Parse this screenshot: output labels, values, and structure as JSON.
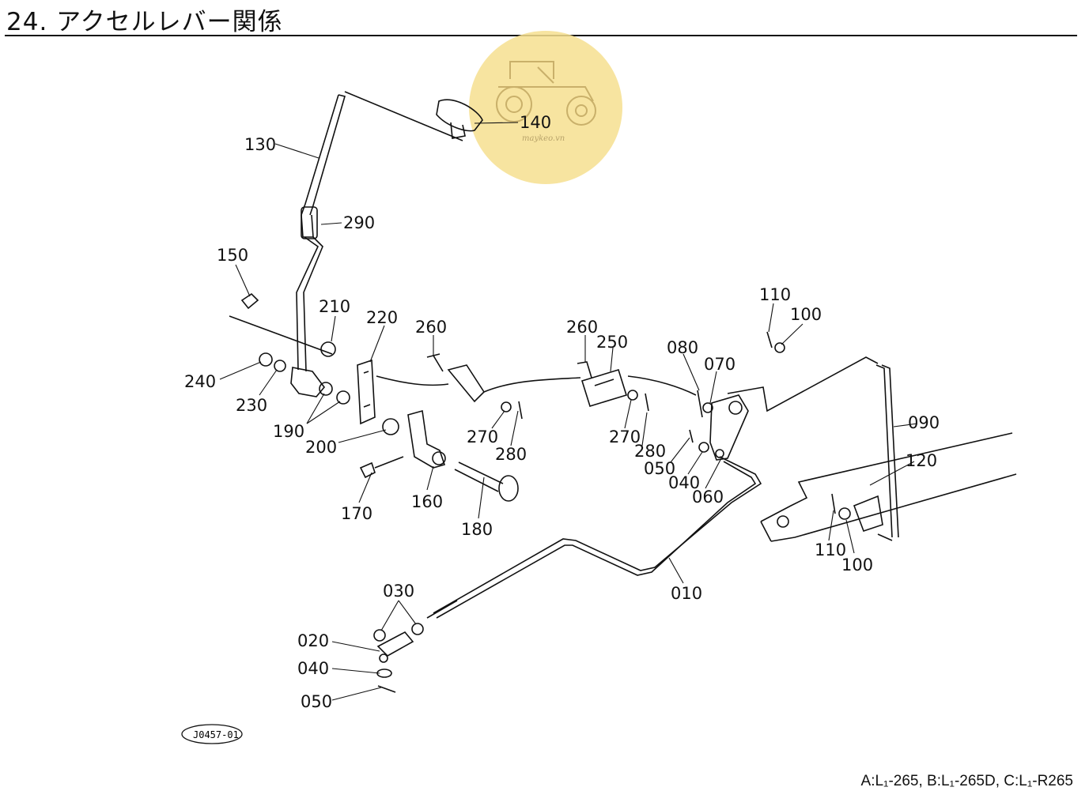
{
  "page": {
    "title": "24. アクセルレバー関係",
    "footer": "A:L₁-265, B:L₁-265D, C:L₁-R265",
    "drawing_code": "J0457-01",
    "watermark": "maykeo.vn"
  },
  "colors": {
    "ink": "#111111",
    "watermark": "#f6df8f"
  },
  "callouts": [
    {
      "id": "130",
      "text": "130"
    },
    {
      "id": "140",
      "text": "140"
    },
    {
      "id": "290",
      "text": "290"
    },
    {
      "id": "150",
      "text": "150"
    },
    {
      "id": "210",
      "text": "210"
    },
    {
      "id": "220",
      "text": "220"
    },
    {
      "id": "260a",
      "text": "260"
    },
    {
      "id": "260b",
      "text": "260"
    },
    {
      "id": "250",
      "text": "250"
    },
    {
      "id": "110a",
      "text": "110"
    },
    {
      "id": "100a",
      "text": "100"
    },
    {
      "id": "080",
      "text": "080"
    },
    {
      "id": "070",
      "text": "070"
    },
    {
      "id": "240",
      "text": "240"
    },
    {
      "id": "230",
      "text": "230"
    },
    {
      "id": "190",
      "text": "190"
    },
    {
      "id": "200",
      "text": "200"
    },
    {
      "id": "270a",
      "text": "270"
    },
    {
      "id": "280a",
      "text": "280"
    },
    {
      "id": "270b",
      "text": "270"
    },
    {
      "id": "280b",
      "text": "280"
    },
    {
      "id": "050a",
      "text": "050"
    },
    {
      "id": "040a",
      "text": "040"
    },
    {
      "id": "060",
      "text": "060"
    },
    {
      "id": "090",
      "text": "090"
    },
    {
      "id": "120",
      "text": "120"
    },
    {
      "id": "110b",
      "text": "110"
    },
    {
      "id": "100b",
      "text": "100"
    },
    {
      "id": "170",
      "text": "170"
    },
    {
      "id": "160",
      "text": "160"
    },
    {
      "id": "180",
      "text": "180"
    },
    {
      "id": "010",
      "text": "010"
    },
    {
      "id": "030",
      "text": "030"
    },
    {
      "id": "020",
      "text": "020"
    },
    {
      "id": "040b",
      "text": "040"
    },
    {
      "id": "050b",
      "text": "050"
    }
  ]
}
